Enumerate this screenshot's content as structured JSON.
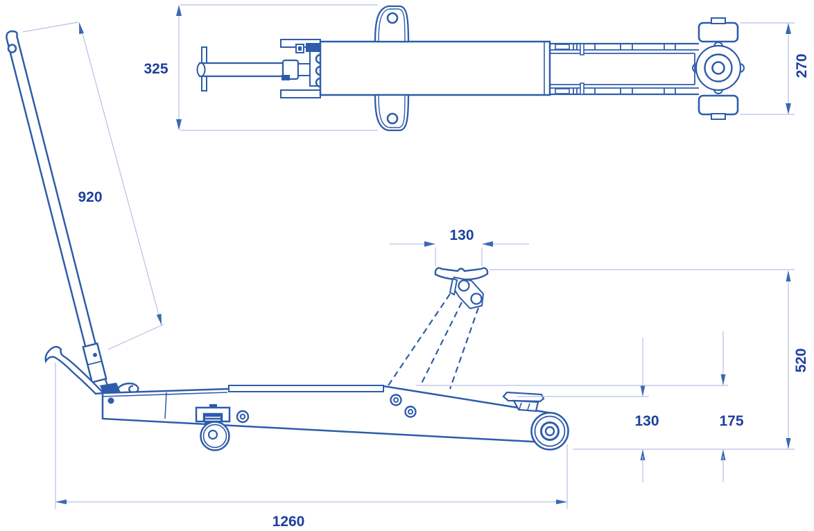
{
  "drawing": {
    "type": "technical-drawing",
    "subject": "hydraulic trolley floor jack, top view and side view with dimensions (mm)",
    "colors": {
      "outline": "#2e5caa",
      "dimension_lines": "#b3c0e0",
      "labels": "#1c3f9e",
      "arrows": "#3a68b6",
      "background": "#ffffff"
    },
    "dimensions": {
      "top_width": "325",
      "rear_track": "270",
      "handle_length": "920",
      "saddle_width": "130",
      "max_height": "520",
      "min_height": "130",
      "frame_height": "175",
      "overall_length": "1260"
    }
  }
}
